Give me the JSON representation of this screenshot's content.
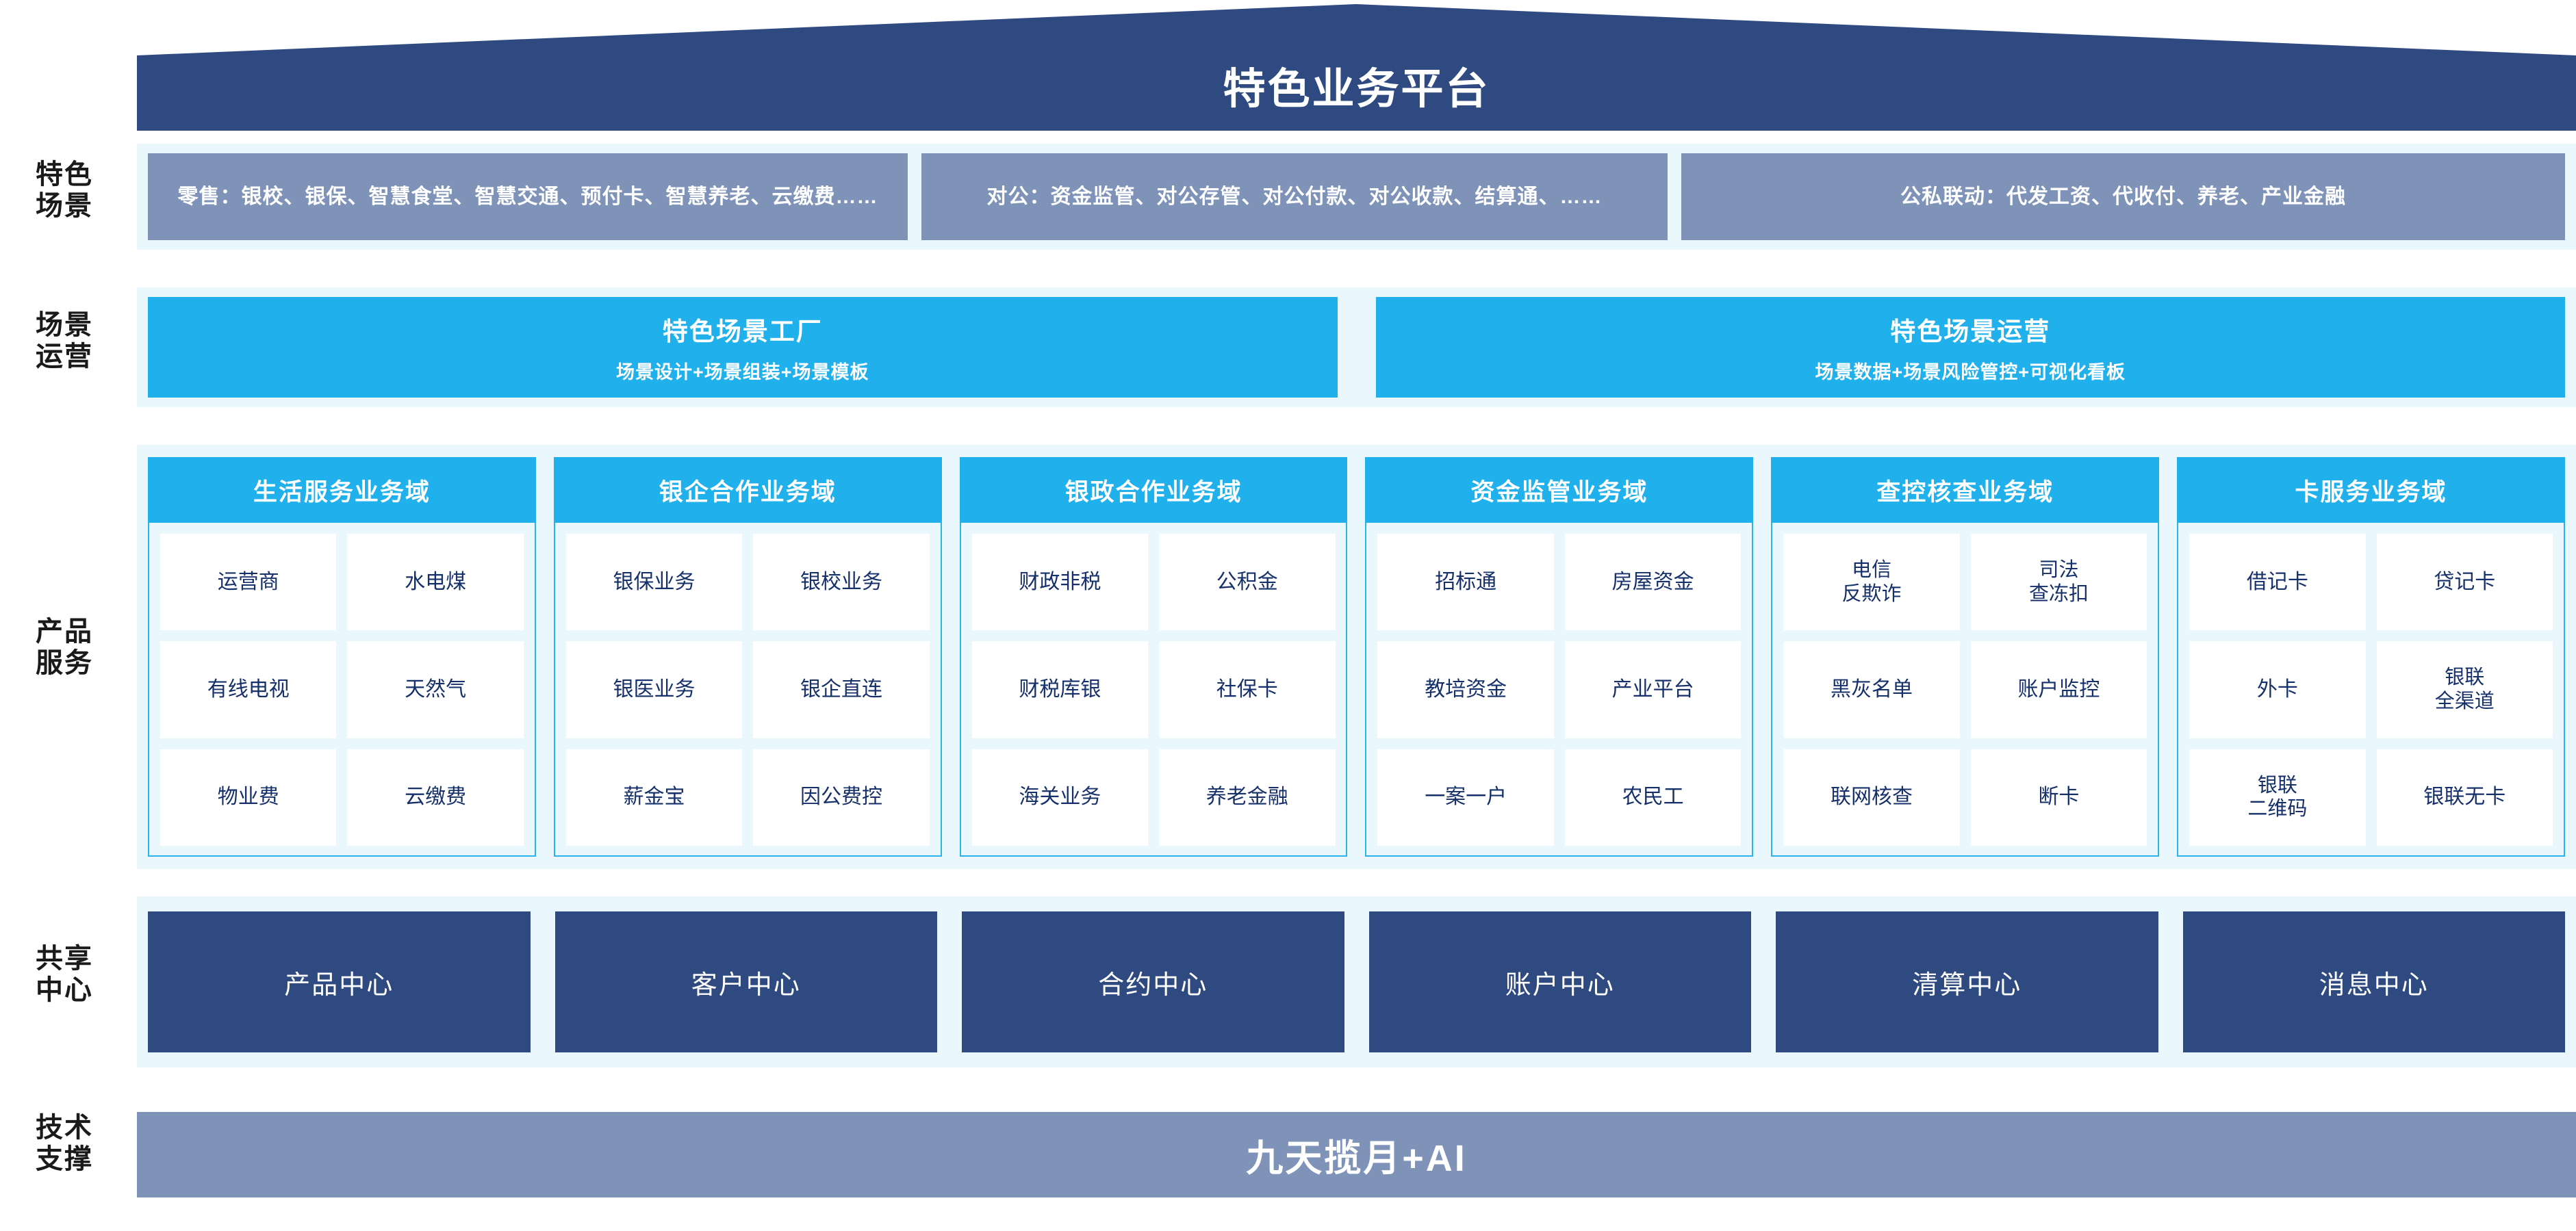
{
  "title": "特色业务平台",
  "rail_labels": [
    {
      "key": "scenario",
      "line1": "特色",
      "line2": "场景"
    },
    {
      "key": "operation",
      "line1": "场景",
      "line2": "运营"
    },
    {
      "key": "product",
      "line1": "产品",
      "line2": "服务"
    },
    {
      "key": "center",
      "line1": "共享",
      "line2": "中心"
    },
    {
      "key": "tech",
      "line1": "技术",
      "line2": "支撑"
    }
  ],
  "scenario": {
    "boxes": [
      {
        "label": "零售：银校、银保、智慧食堂、智慧交通、预付卡、智慧养老、云缴费……"
      },
      {
        "label": "对公：资金监管、对公存管、对公付款、对公收款、结算通、……"
      },
      {
        "label": "公私联动：代发工资、代收付、养老、产业金融"
      }
    ]
  },
  "operation": {
    "boxes": [
      {
        "title": "特色场景工厂",
        "subtitle": "场景设计+场景组装+场景模板"
      },
      {
        "title": "特色场景运营",
        "subtitle": "场景数据+场景风险管控+可视化看板"
      }
    ]
  },
  "product": {
    "columns": [
      {
        "header": "生活服务业务域",
        "rows": [
          [
            "运营商",
            "水电煤"
          ],
          [
            "有线电视",
            "天然气"
          ],
          [
            "物业费",
            "云缴费"
          ]
        ]
      },
      {
        "header": "银企合作业务域",
        "rows": [
          [
            "银保业务",
            "银校业务"
          ],
          [
            "银医业务",
            "银企直连"
          ],
          [
            "薪金宝",
            "因公费控"
          ]
        ]
      },
      {
        "header": "银政合作业务域",
        "rows": [
          [
            "财政非税",
            "公积金"
          ],
          [
            "财税库银",
            "社保卡"
          ],
          [
            "海关业务",
            "养老金融"
          ]
        ]
      },
      {
        "header": "资金监管业务域",
        "rows": [
          [
            "招标通",
            "房屋资金"
          ],
          [
            "教培资金",
            "产业平台"
          ],
          [
            "一案一户",
            "农民工"
          ]
        ]
      },
      {
        "header": "查控核查业务域",
        "rows": [
          [
            "电信\n反欺诈",
            "司法\n查冻扣"
          ],
          [
            "黑灰名单",
            "账户监控"
          ],
          [
            "联网核查",
            "断卡"
          ]
        ]
      },
      {
        "header": "卡服务业务域",
        "rows": [
          [
            "借记卡",
            "贷记卡"
          ],
          [
            "外卡",
            "银联\n全渠道"
          ],
          [
            "银联\n二维码",
            "银联无卡"
          ]
        ]
      }
    ]
  },
  "shared_center": {
    "boxes": [
      "产品中心",
      "客户中心",
      "合约中心",
      "账户中心",
      "清算中心",
      "消息中心"
    ]
  },
  "tech_support": {
    "label": "九天揽月+AI"
  },
  "colors": {
    "roof_navy": "#2e4a80",
    "scenario_slate": "#7f93b8",
    "cyan": "#20b0ec",
    "band_bg": "#eaf7fd",
    "tile_text": "#16306b",
    "center_navy": "#2e4a80",
    "tech_slate": "#7f93b8"
  }
}
